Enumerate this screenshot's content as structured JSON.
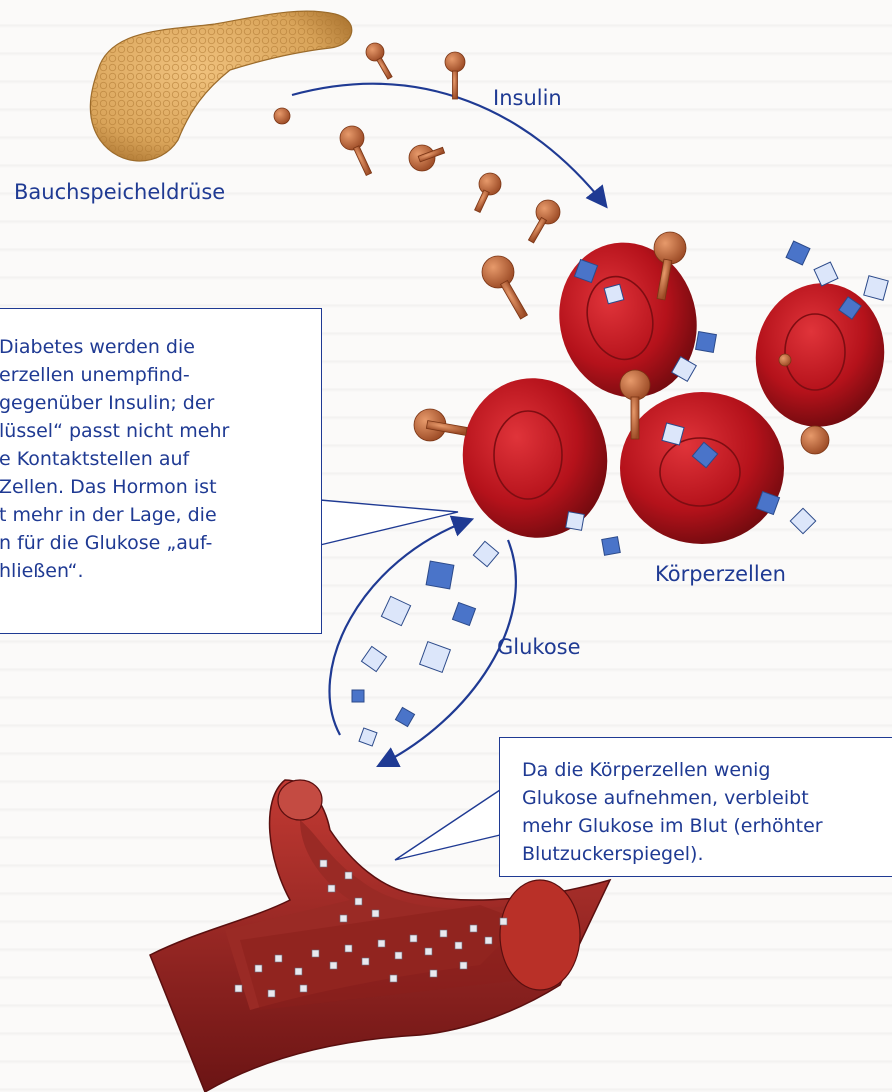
{
  "labels": {
    "pancreas": "Bauchspeicheldrüse",
    "insulin": "Insulin",
    "cells": "Körperzellen",
    "glucose": "Glukose"
  },
  "callout_left": {
    "lines": [
      "Diabetes werden die",
      "erzellen unempfind-",
      "gegenüber Insulin; der",
      "lüssel“ passt nicht mehr",
      "e Kontaktstellen auf",
      "Zellen. Das Hormon ist",
      "t mehr in der Lage, die",
      "n für die Glukose „auf-",
      "hließen“."
    ]
  },
  "callout_right": {
    "lines": [
      "Da die Körperzellen wenig",
      "Glukose aufnehmen, verbleibt",
      "mehr Glukose im Blut (erhöhter",
      "Blutzuckerspiegel)."
    ]
  },
  "colors": {
    "text_blue": "#1f3a93",
    "cell_red": "#b5121b",
    "pancreas": "#d9a45a",
    "insulin_key": "#c1643a",
    "glucose_cube": "#4a74c9",
    "vessel": "#8e1c1c"
  }
}
